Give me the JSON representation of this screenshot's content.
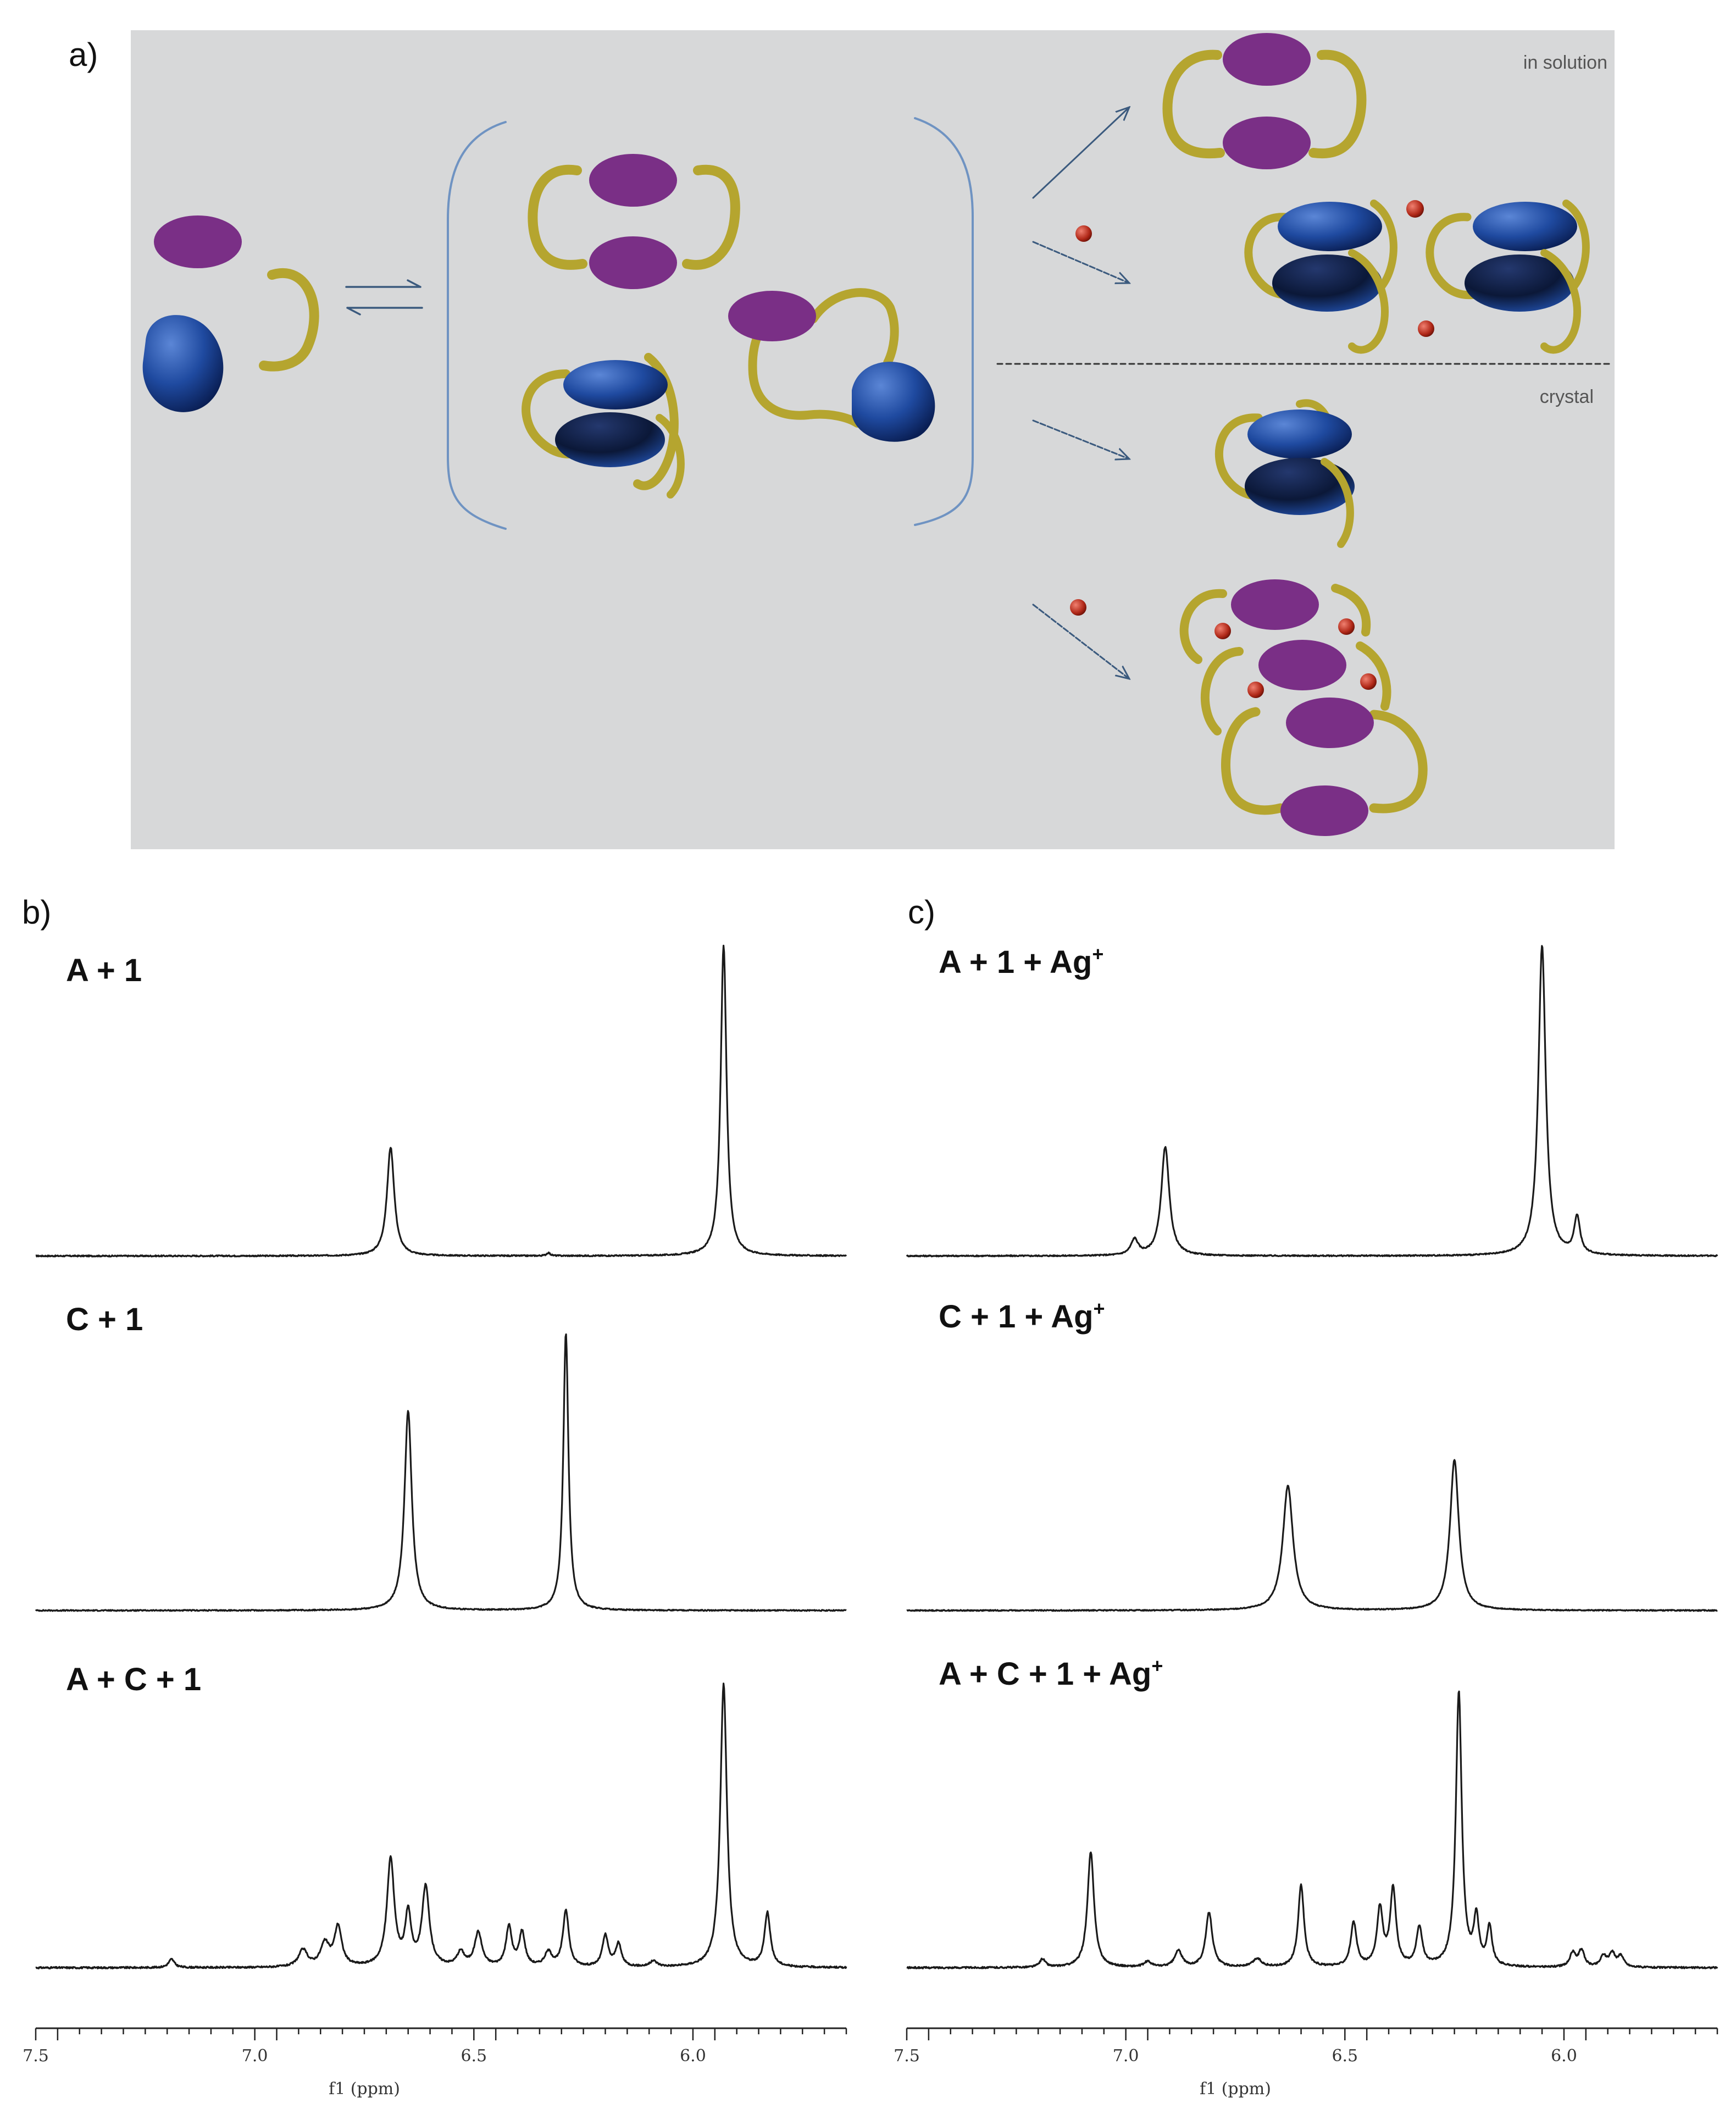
{
  "panel_a": {
    "letter": "a)",
    "note_solution": "in solution",
    "note_crystal": "crystal",
    "colors": {
      "background": "#d7d8d9",
      "guest_disc": "#7a2f86",
      "bowl": "#1f4aa0",
      "linker": "#b5a52f",
      "silver_ion": "#c03a2a",
      "arrow": "#3b5a7e"
    }
  },
  "chart_data": [
    {
      "panel": "b)",
      "type": "line",
      "xlabel": "f1 (ppm)",
      "xlim": [
        7.5,
        5.65
      ],
      "x_reversed": true,
      "xticks": [
        "7.5",
        "7.0",
        "6.5",
        "6.0"
      ],
      "series": [
        {
          "name": "A + 1",
          "label_parts": [
            "A + 1",
            ""
          ],
          "baseline_noise": 0.004,
          "peaks": [
            [
              6.69,
              0.35,
              0.01
            ],
            [
              5.93,
              1.0,
              0.008
            ],
            [
              6.33,
              0.01,
              0.005
            ]
          ]
        },
        {
          "name": "C + 1",
          "label_parts": [
            "C + 1",
            ""
          ],
          "baseline_noise": 0.004,
          "peaks": [
            [
              6.65,
              0.72,
              0.01
            ],
            [
              6.29,
              1.0,
              0.007
            ]
          ]
        },
        {
          "name": "A + C + 1",
          "label_parts": [
            "A + C + 1",
            ""
          ],
          "baseline_noise": 0.006,
          "peaks": [
            [
              7.19,
              0.03,
              0.008
            ],
            [
              6.89,
              0.06,
              0.012
            ],
            [
              6.84,
              0.08,
              0.012
            ],
            [
              6.81,
              0.14,
              0.01
            ],
            [
              6.69,
              0.38,
              0.01
            ],
            [
              6.65,
              0.18,
              0.008
            ],
            [
              6.61,
              0.28,
              0.01
            ],
            [
              6.53,
              0.05,
              0.01
            ],
            [
              6.49,
              0.12,
              0.01
            ],
            [
              6.42,
              0.14,
              0.008
            ],
            [
              6.39,
              0.12,
              0.008
            ],
            [
              6.33,
              0.05,
              0.01
            ],
            [
              6.29,
              0.2,
              0.008
            ],
            [
              6.2,
              0.11,
              0.008
            ],
            [
              6.17,
              0.08,
              0.008
            ],
            [
              6.09,
              0.02,
              0.01
            ],
            [
              5.93,
              1.0,
              0.009
            ],
            [
              5.83,
              0.19,
              0.008
            ]
          ]
        }
      ]
    },
    {
      "panel": "c)",
      "type": "line",
      "xlabel": "f1 (ppm)",
      "xlim": [
        7.5,
        5.65
      ],
      "x_reversed": true,
      "xticks": [
        "7.5",
        "7.0",
        "6.5",
        "6.0"
      ],
      "series": [
        {
          "name": "A + 1 + Ag⁺",
          "label_parts": [
            "A + 1 + Ag",
            "+"
          ],
          "baseline_noise": 0.004,
          "peaks": [
            [
              6.98,
              0.05,
              0.01
            ],
            [
              6.91,
              0.35,
              0.011
            ],
            [
              6.05,
              1.0,
              0.01
            ],
            [
              5.97,
              0.12,
              0.008
            ]
          ]
        },
        {
          "name": "C + 1 + Ag⁺",
          "label_parts": [
            "C + 1 + Ag",
            "+"
          ],
          "baseline_noise": 0.006,
          "peaks": [
            [
              6.63,
              0.72,
              0.014
            ],
            [
              6.25,
              0.87,
              0.012
            ]
          ]
        },
        {
          "name": "A + C + 1 + Ag⁺",
          "label_parts": [
            "A + C + 1 + Ag",
            "+"
          ],
          "baseline_noise": 0.006,
          "peaks": [
            [
              7.19,
              0.03,
              0.008
            ],
            [
              7.08,
              0.42,
              0.009
            ],
            [
              6.95,
              0.02,
              0.01
            ],
            [
              6.88,
              0.06,
              0.01
            ],
            [
              6.81,
              0.2,
              0.009
            ],
            [
              6.7,
              0.03,
              0.012
            ],
            [
              6.6,
              0.3,
              0.008
            ],
            [
              6.48,
              0.16,
              0.008
            ],
            [
              6.42,
              0.21,
              0.008
            ],
            [
              6.39,
              0.28,
              0.008
            ],
            [
              6.33,
              0.14,
              0.008
            ],
            [
              6.24,
              1.0,
              0.008
            ],
            [
              6.2,
              0.17,
              0.007
            ],
            [
              6.17,
              0.14,
              0.007
            ],
            [
              5.98,
              0.05,
              0.008
            ],
            [
              5.96,
              0.06,
              0.008
            ],
            [
              5.91,
              0.04,
              0.008
            ],
            [
              5.89,
              0.05,
              0.008
            ],
            [
              5.87,
              0.04,
              0.008
            ]
          ]
        }
      ]
    }
  ]
}
